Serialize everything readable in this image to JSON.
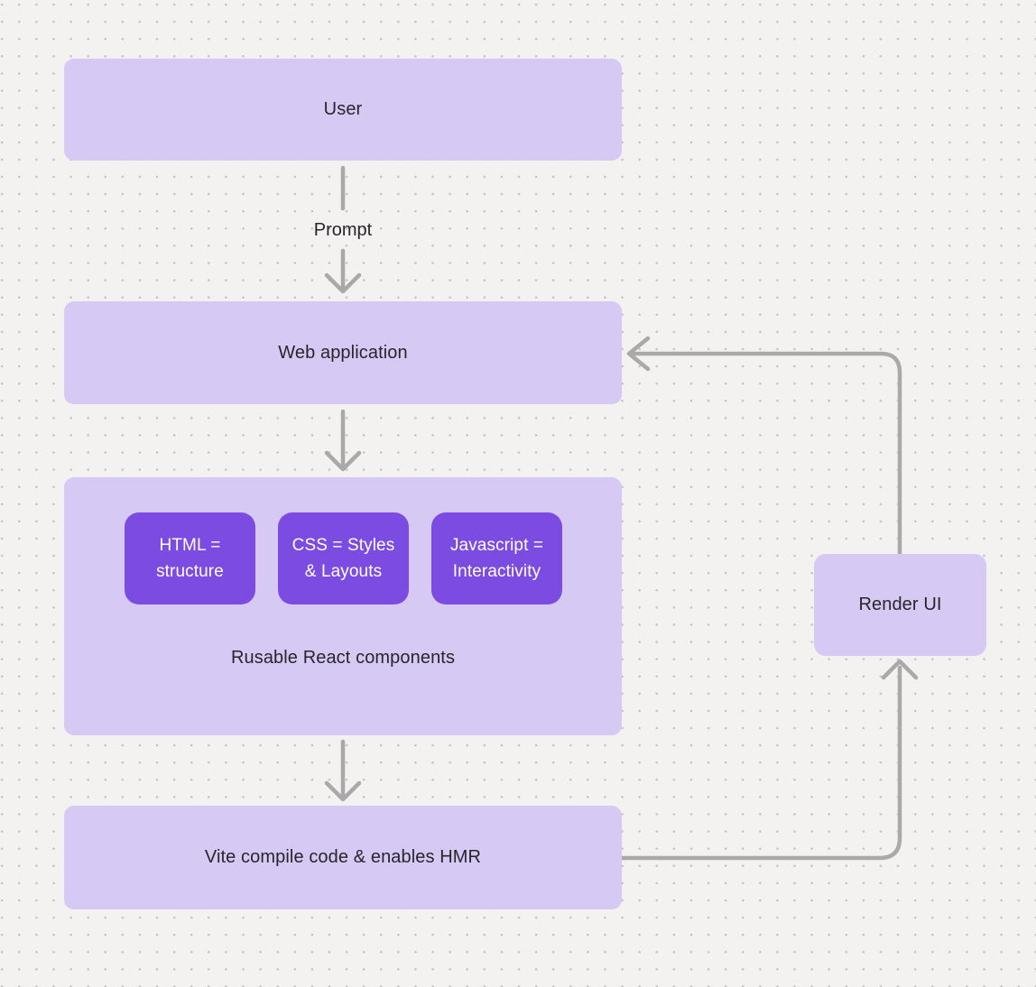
{
  "colors": {
    "background": "#f3f2f1",
    "dot": "#c2c1bf",
    "node_fill": "#d6c9f4",
    "chip_fill": "#7c4be1",
    "arrow": "#a9a9a9",
    "text_dark": "#26262b",
    "text_light": "#ffffff"
  },
  "diagram": {
    "nodes": {
      "user": {
        "label": "User"
      },
      "web_application": {
        "label": "Web application"
      },
      "components": {
        "caption": "Rusable React components",
        "chips": [
          {
            "line1": "HTML =",
            "line2": "structure"
          },
          {
            "line1": "CSS = Styles",
            "line2": "& Layouts"
          },
          {
            "line1": "Javascript =",
            "line2": "Interactivity"
          }
        ]
      },
      "vite": {
        "label": "Vite compile code & enables HMR"
      },
      "render_ui": {
        "label": "Render UI"
      }
    },
    "edge_labels": {
      "user_to_web_application": "Prompt"
    }
  }
}
